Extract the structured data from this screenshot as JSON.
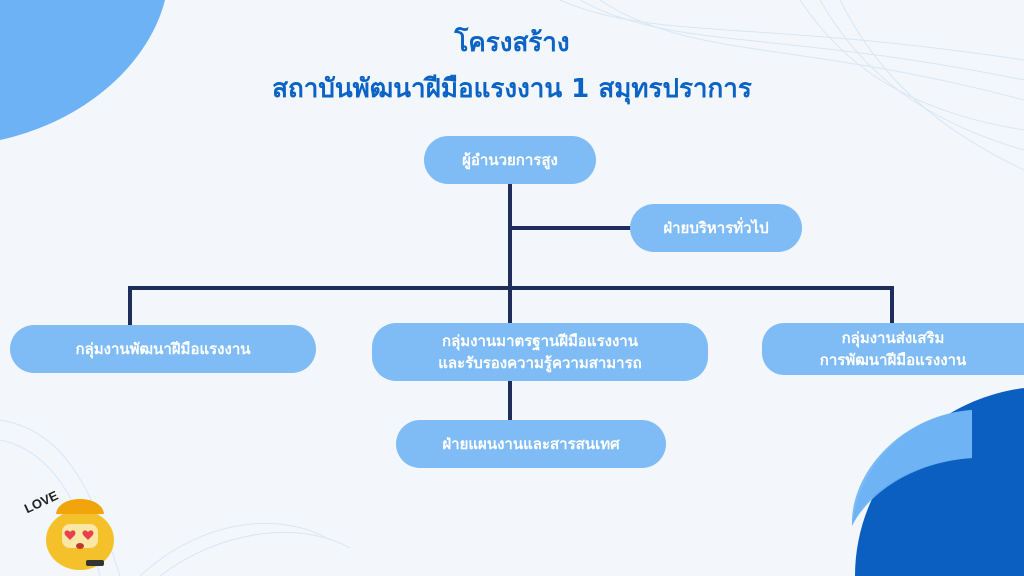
{
  "title": {
    "line1": "โครงสร้าง",
    "line2": "สถาบันพัฒนาฝีมือแรงงาน 1 สมุทรปราการ"
  },
  "nodes": {
    "director": "ผู้อำนวยการสูง",
    "admin": "ฝ่ายบริหารทั่วไป",
    "dev_group": "กลุ่มงานพัฒนาฝีมือแรงงาน",
    "standards_line1": "กลุ่มงานมาตรฐานฝีมือแรงงาน",
    "standards_line2": "และรับรองความรู้ความสามารถ",
    "promotion_line1": "กลุ่มงานส่งเสริม",
    "promotion_line2": "การพัฒนาฝีมือแรงงาน",
    "planning": "ฝ่ายแผนงานและสารสนเทศ"
  },
  "mascot": {
    "label": "LOVE"
  },
  "colors": {
    "title": "#0b63c5",
    "node_fill": "#7fbcf6",
    "node_text": "#ffffff",
    "connector": "#1f2d5c",
    "accent_dark": "#0a5fc0",
    "accent_light": "#6db2f5"
  }
}
